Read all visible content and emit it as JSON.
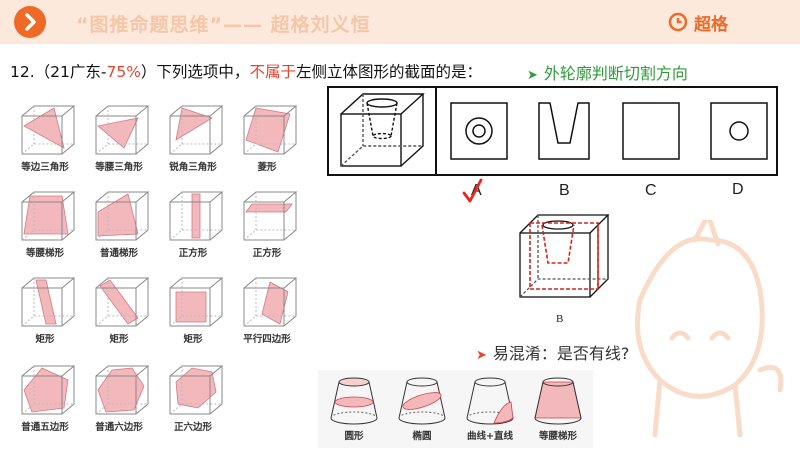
{
  "header": {
    "title": "“图推命题思维”—— 超格刘义恒",
    "brand": "超格"
  },
  "question": {
    "number": "12.（21广东-",
    "rate": "75%",
    "mid": "）下列选项中，",
    "emphasis": "不属于",
    "tail": "左侧立体图形的截面的是："
  },
  "hint": "外轮廓判断切割方向",
  "sections": [
    {
      "label": "等边三角形"
    },
    {
      "label": "等腰三角形"
    },
    {
      "label": "锐角三角形"
    },
    {
      "label": "菱形"
    },
    {
      "label": "等腰梯形"
    },
    {
      "label": "普通梯形"
    },
    {
      "label": "正方形"
    },
    {
      "label": "正方形"
    },
    {
      "label": "矩形"
    },
    {
      "label": "矩形"
    },
    {
      "label": "矩形"
    },
    {
      "label": "平行四边形"
    },
    {
      "label": "普通五边形"
    },
    {
      "label": "普通六边形"
    },
    {
      "label": "正六边形"
    }
  ],
  "options": {
    "a": "A",
    "b": "B",
    "c": "C",
    "d": "D"
  },
  "detail_caption": "B",
  "confusion": "易混淆：是否有线?",
  "frustums": [
    {
      "label": "圆形"
    },
    {
      "label": "椭圆"
    },
    {
      "label": "曲线+直线"
    },
    {
      "label": "等腰梯形"
    }
  ],
  "colors": {
    "accent": "#f06a27",
    "header_bg": "#fce9dc",
    "highlight_red": "#e8432f",
    "hint_green": "#2e9c3a",
    "section_fill": "#f3b8bc"
  }
}
